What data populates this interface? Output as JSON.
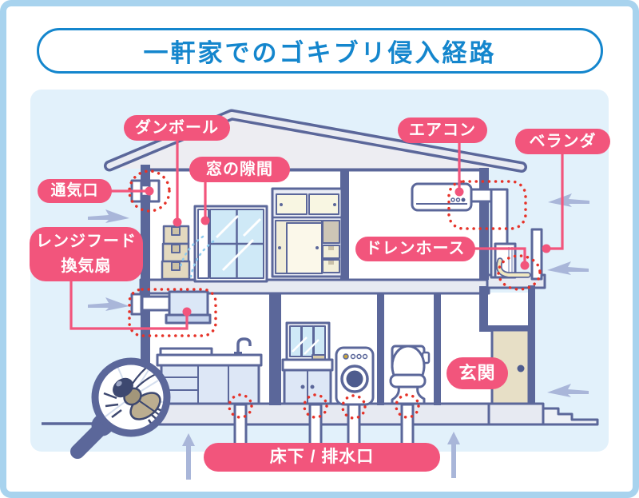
{
  "title": "一軒家でのゴキブリ侵入経路",
  "labels": {
    "cardboard": "ダンボール",
    "window_gap": "窓の隙間",
    "vent": "通気口",
    "range_hood": "レンジフード\n換気扇",
    "aircon": "エアコン",
    "veranda": "ベランダ",
    "drain_hose": "ドレンホース",
    "entrance": "玄関",
    "underfloor_drain": "床下 / 排水口"
  },
  "icons": {
    "magnifier": "magnifying-glass-icon",
    "pest": "cockroach-icon",
    "entry_arrows": "entry-direction-arrow"
  },
  "colors": {
    "title_blue": "#1486cd",
    "frame_blue": "#a8d3ee",
    "panel_blue": "#e2f1fb",
    "label_pink": "#f2557c",
    "highlight_red": "#e63228",
    "outline_navy": "#5b679a"
  }
}
